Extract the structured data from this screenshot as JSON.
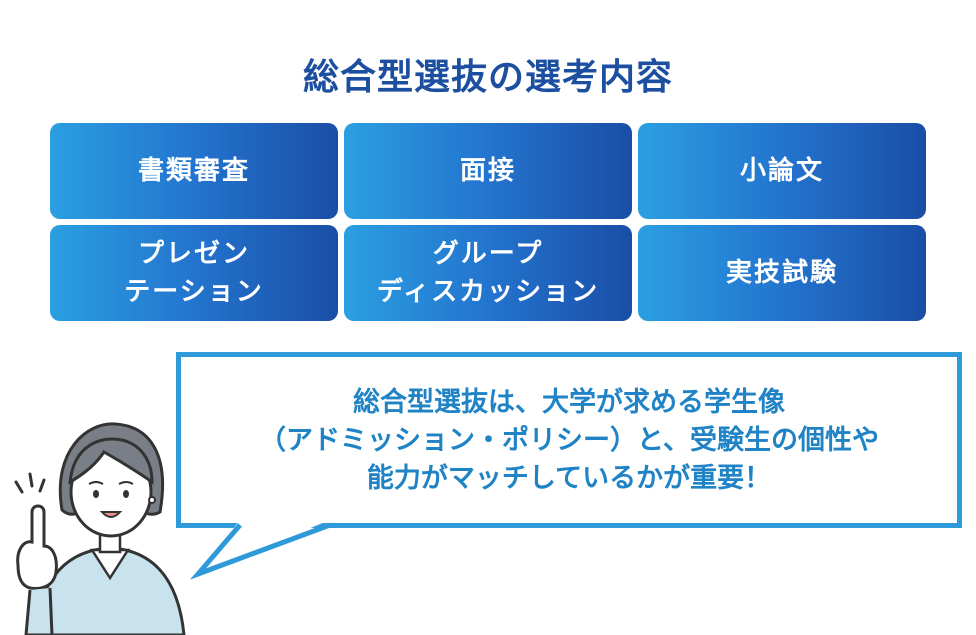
{
  "title": "総合型選抜の選考内容",
  "cards": [
    {
      "line1": "書類審査",
      "line2": ""
    },
    {
      "line1": "面接",
      "line2": ""
    },
    {
      "line1": "小論文",
      "line2": ""
    },
    {
      "line1": "プレゼン",
      "line2": "テーション"
    },
    {
      "line1": "グループ",
      "line2": "ディスカッション"
    },
    {
      "line1": "実技試験",
      "line2": ""
    }
  ],
  "speech": {
    "line1": "総合型選抜は、大学が求める学生像",
    "line2": "（アドミッション・ポリシー）と、受験生の個性や",
    "line3": "能力がマッチしているかが重要！"
  },
  "colors": {
    "title": "#1d4fa0",
    "card_start": "#2b9fe1",
    "card_end": "#1a4ea6",
    "bubble_border": "#2f9ad9",
    "bubble_text": "#1f83c6"
  },
  "icons": [
    "woman-pointing-illustration",
    "speech-bubble"
  ]
}
